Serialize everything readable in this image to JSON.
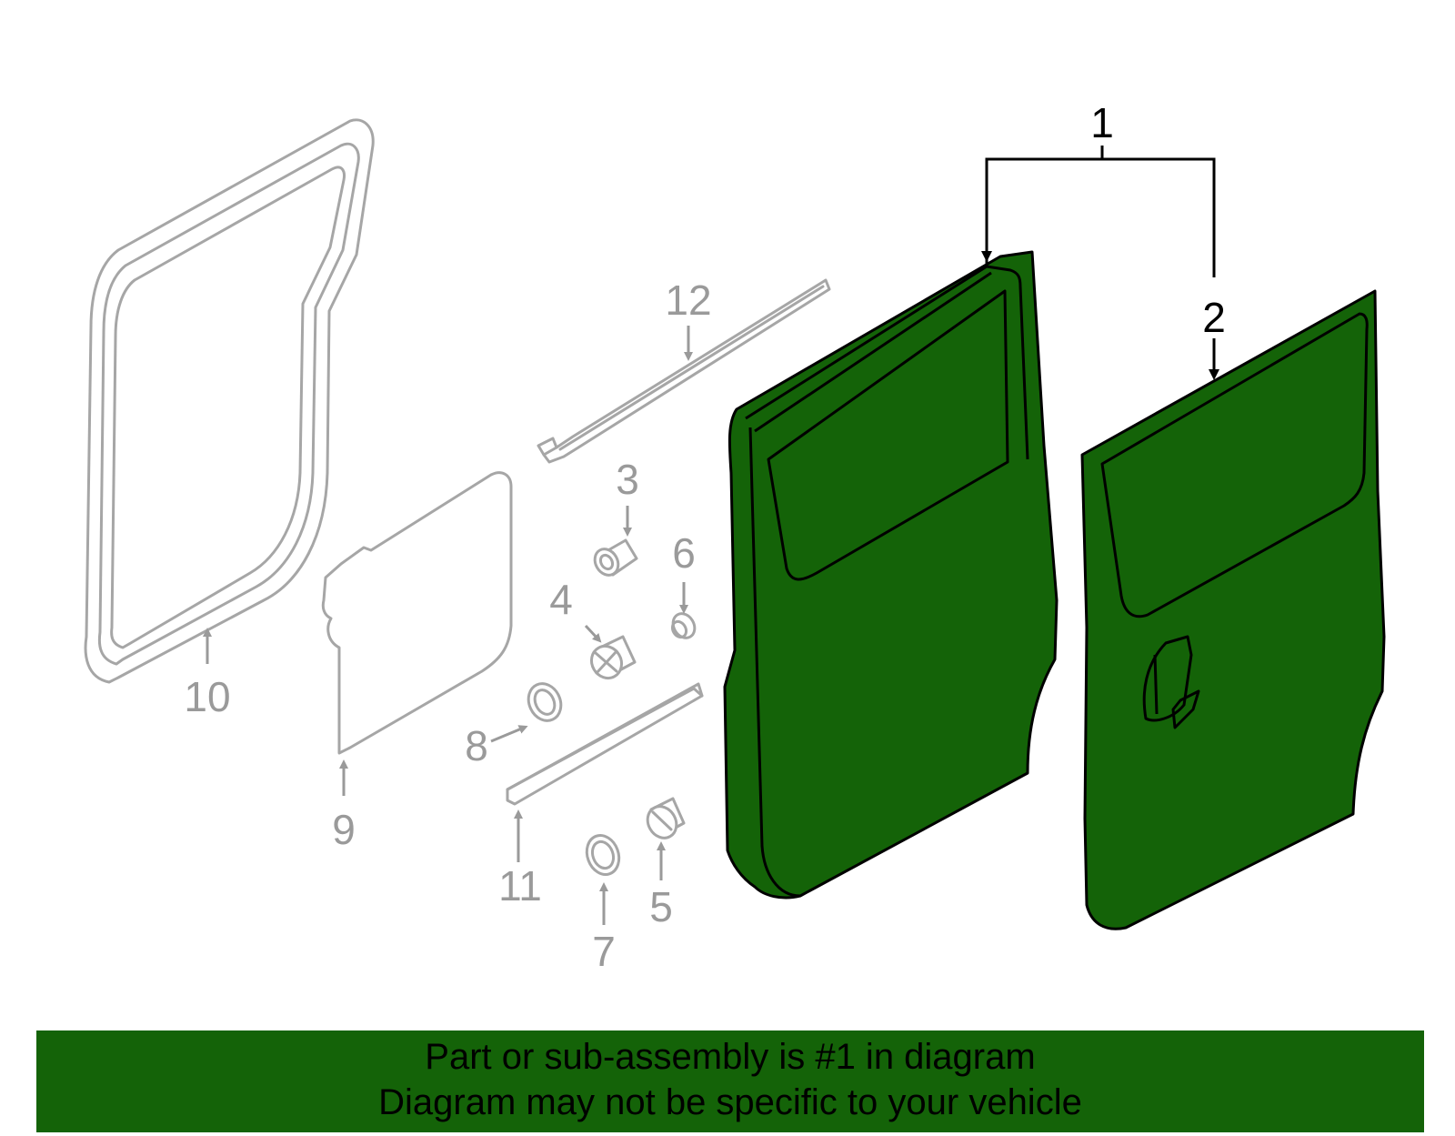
{
  "callouts": {
    "c1": "1",
    "c2": "2",
    "c3": "3",
    "c4": "4",
    "c5": "5",
    "c6": "6",
    "c7": "7",
    "c8": "8",
    "c9": "9",
    "c10": "10",
    "c11": "11",
    "c12": "12"
  },
  "colors": {
    "highlight": "#146308",
    "ghost": "#a6a6a6",
    "banner_text": "#000000"
  },
  "banner": {
    "line1": "Part or sub-assembly is #1 in diagram",
    "line2": "Diagram may not be specific to your vehicle"
  }
}
